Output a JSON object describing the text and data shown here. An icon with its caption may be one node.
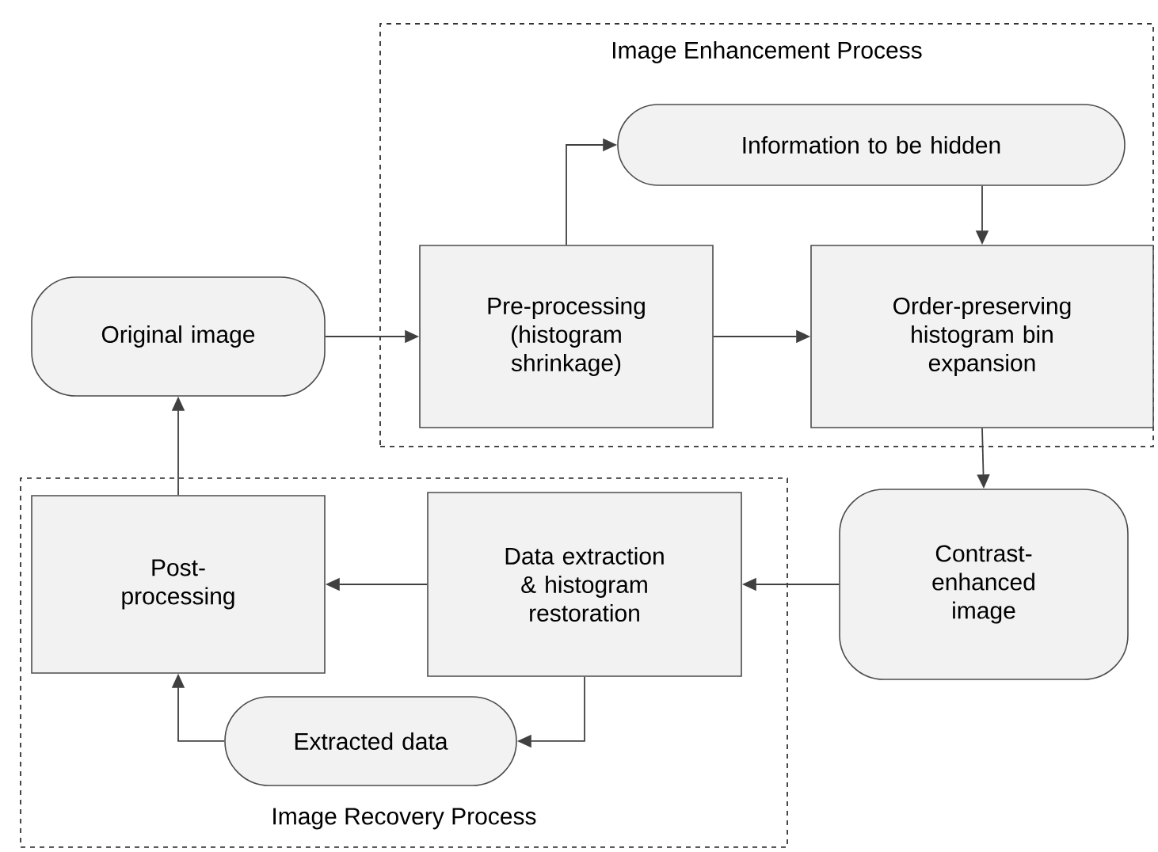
{
  "diagram": {
    "nodes": [
      {
        "text": [
          "Image Enhancement Process"
        ]
      },
      {
        "text": [
          "Information to be hidden"
        ],
        "in": 0
      },
      {
        "text": [
          "Pre-processing (histogram shrinkage)"
        ],
        "in": 0
      },
      {
        "text": [
          "Order-preserving histogram bin expansion"
        ],
        "in": 0
      },
      {
        "text": [
          "Original image"
        ]
      },
      {
        "text": [
          "Image Recovery Process"
        ]
      },
      {
        "text": [
          "Post-processing"
        ],
        "in": 5
      },
      {
        "text": [
          "Data extraction & histogram restoration"
        ],
        "in": 5
      },
      {
        "text": [
          "Extracted data"
        ],
        "in": 5
      },
      {
        "text": [
          "Contrast-enhanced image"
        ]
      }
    ],
    "edges": [
      {
        "from": 4,
        "to": 2,
        "arrow": "to"
      },
      {
        "from": 2,
        "to": 1,
        "arrow": "to"
      },
      {
        "from": 1,
        "to": 3,
        "arrow": "to"
      },
      {
        "from": 2,
        "to": 3,
        "arrow": "to"
      },
      {
        "from": 3,
        "to": 9,
        "arrow": "to"
      },
      {
        "from": 9,
        "to": 7,
        "arrow": "to"
      },
      {
        "from": 7,
        "to": 6,
        "arrow": "to"
      },
      {
        "from": 7,
        "to": 8,
        "arrow": "to"
      },
      {
        "from": 8,
        "to": 6,
        "arrow": "to"
      },
      {
        "from": 6,
        "to": 4,
        "arrow": "to"
      }
    ]
  }
}
